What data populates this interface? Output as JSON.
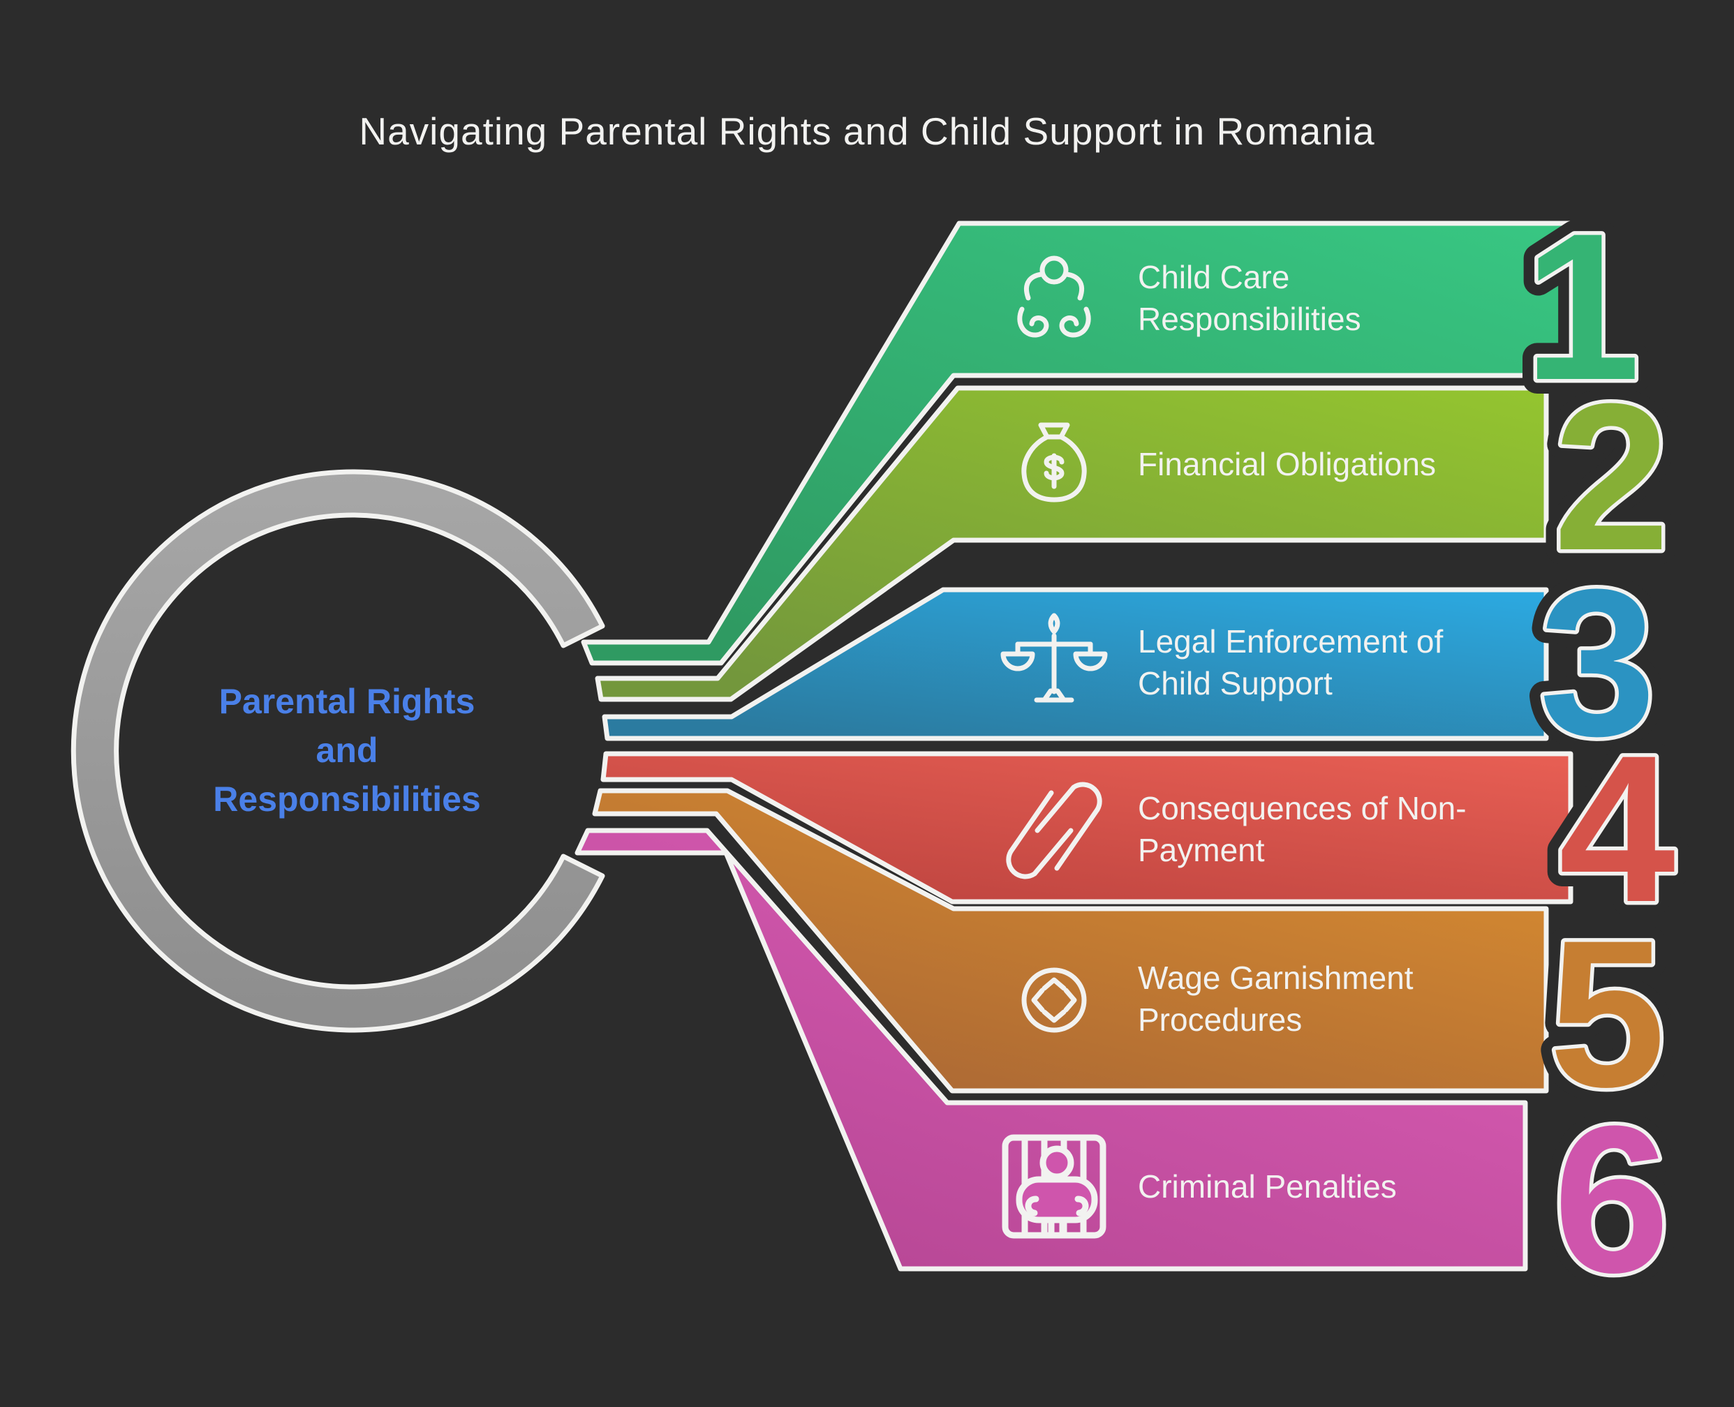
{
  "title": "Navigating Parental Rights and Child Support in Romania",
  "background_color": "#2c2c2c",
  "outline_color": "#f2f2f0",
  "hub": {
    "line1": "Parental Rights",
    "line2": "and",
    "line3": "Responsibilities",
    "text_color": "#4a80e8",
    "ring_color_top": "#a7a7a7",
    "ring_color_bottom": "#8d8d8d"
  },
  "items": [
    {
      "number": "1",
      "label_lines": [
        "Child Care",
        "Responsibilities"
      ],
      "icon": "caring-hands-icon",
      "color_bright": "#38c783",
      "color_dark": "#2f9a62",
      "color_mid": "#35b474"
    },
    {
      "number": "2",
      "label_lines": [
        "Financial Obligations"
      ],
      "icon": "money-bag-icon",
      "color_bright": "#94c52f",
      "color_dark": "#73973c",
      "color_mid": "#86af36"
    },
    {
      "number": "3",
      "label_lines": [
        "Legal Enforcement of",
        "Child Support"
      ],
      "icon": "scales-of-justice-icon",
      "color_bright": "#2caae2",
      "color_dark": "#2b7ba0",
      "color_mid": "#2b93c2"
    },
    {
      "number": "4",
      "label_lines": [
        "Consequences of Non-",
        "Payment"
      ],
      "icon": "broken-capsule-icon",
      "color_bright": "#e85f54",
      "color_dark": "#bf4540",
      "color_mid": "#d5534a"
    },
    {
      "number": "5",
      "label_lines": [
        "Wage Garnishment",
        "Procedures"
      ],
      "icon": "wage-garnishment-icon",
      "color_bright": "#dd9030",
      "color_dark": "#ab6834",
      "color_mid": "#c67e32"
    },
    {
      "number": "6",
      "label_lines": [
        "Criminal Penalties"
      ],
      "icon": "prison-bars-icon",
      "color_bright": "#e060ba",
      "color_dark": "#b74795",
      "color_mid": "#cf55ac"
    }
  ]
}
